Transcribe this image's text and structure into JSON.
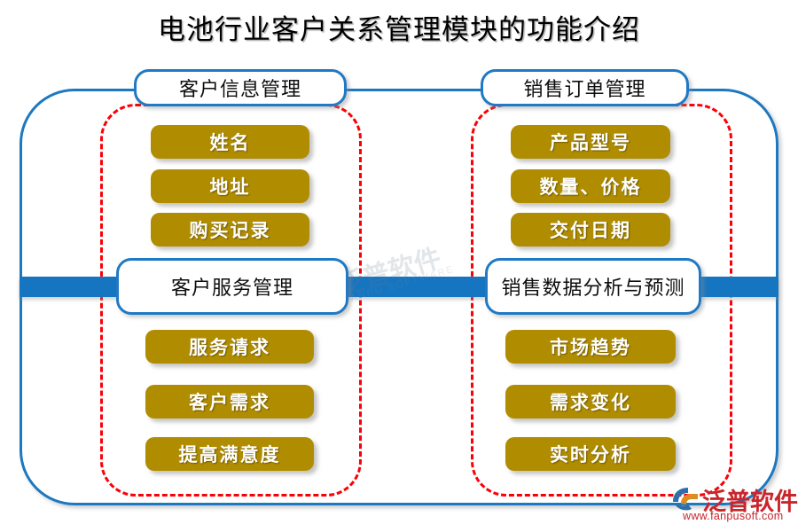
{
  "title": "电池行业客户关系管理模块的功能介绍",
  "colors": {
    "frame_blue": "#1c78c0",
    "bar_blue": "#1575c0",
    "dashed_red": "#fb0007",
    "gold": "#b08d00",
    "logo_red": "#c9252c",
    "title_black": "#000000"
  },
  "sections": {
    "left": {
      "header": "客户信息管理",
      "items": [
        "姓名",
        "地址",
        "购买记录"
      ],
      "sub_header": "客户服务管理",
      "sub_items": [
        "服务请求",
        "客户需求",
        "提高满意度"
      ]
    },
    "right": {
      "header": "销售订单管理",
      "items": [
        "产品型号",
        "数量、价格",
        "交付日期"
      ],
      "sub_header": "销售数据分析与预测",
      "sub_items": [
        "市场趋势",
        "需求变化",
        "实时分析"
      ]
    }
  },
  "watermark": {
    "text": "泛普软件",
    "subtext": "FANPU SOFTWARE"
  },
  "logo": {
    "text": "泛普软件",
    "url": "www.fanpusoft.com"
  }
}
